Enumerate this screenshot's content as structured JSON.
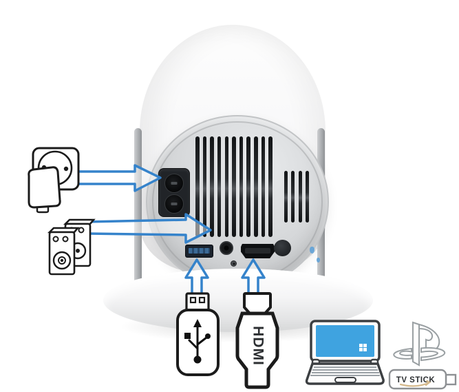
{
  "labels": {
    "hdmi": "HDMI",
    "tv_stick": "TV STICK"
  },
  "colors": {
    "arrow_blue": "#3583cb",
    "panel_gray": "#d7d9db",
    "vent_dark": "#121416",
    "laptop_screen": "#3fa3e0",
    "ps_gray": "#9aa0a3",
    "smile_tan": "#d5b98c",
    "drop_blue": "#5ba0d8"
  },
  "panel": {
    "center_vent_count": 11,
    "right_vent_count": 4
  },
  "ports_depicted": [
    "power-inlet-c8",
    "usb-a",
    "audio-jack-3.5mm",
    "hdmi",
    "ir-sensor"
  ],
  "icons_depicted": {
    "power": "eu-wall-socket-with-plug",
    "audio": "stereo-speakers",
    "usb": "usb-flash-drive",
    "video": "hdmi-cable",
    "source_laptop": "laptop-with-windows-screen",
    "source_console": "playstation-logo",
    "source_stick": "tv-stick-dongle"
  },
  "connections": [
    {
      "from": "power-plug",
      "to": "power-inlet"
    },
    {
      "from": "speakers",
      "to": "audio-jack"
    },
    {
      "from": "usb-flash-drive",
      "to": "usb-port"
    },
    {
      "from": "hdmi-cable",
      "to": "hdmi-port"
    }
  ]
}
